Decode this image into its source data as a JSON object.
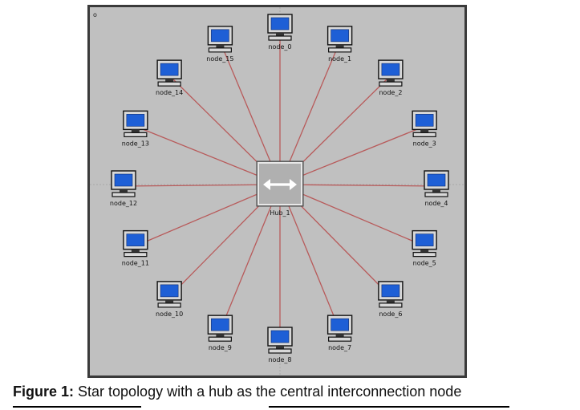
{
  "frame": {
    "corner_mark": "o",
    "background": "#c0c0c0",
    "border_color": "#3a3a3a"
  },
  "colors": {
    "link": "#b85a5a",
    "screen": "#1e5fd6",
    "monitor_body": "#d8d8d8",
    "hub_face": "#b0b0b0"
  },
  "hub": {
    "label": "Hub_1",
    "icon": "double-arrow-icon"
  },
  "nodes": [
    "node_0",
    "node_1",
    "node_2",
    "node_3",
    "node_4",
    "node_5",
    "node_6",
    "node_7",
    "node_8",
    "node_9",
    "node_10",
    "node_11",
    "node_12",
    "node_13",
    "node_14",
    "node_15"
  ],
  "caption": {
    "prefix": "Figure 1:",
    "text": " Star topology with a hub as the central interconnection node"
  }
}
